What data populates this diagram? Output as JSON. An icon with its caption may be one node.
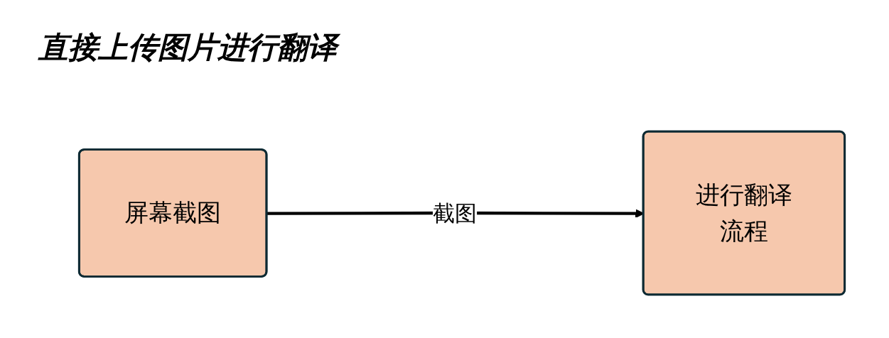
{
  "diagram": {
    "title": "直接上传图片进行翻译",
    "nodes": [
      {
        "text": [
          "屏幕截图"
        ]
      },
      {
        "text": [
          "进行翻译流程"
        ]
      }
    ],
    "edges": [
      {
        "from": 0,
        "to": 1,
        "arrow": "to",
        "label": "截图"
      }
    ]
  }
}
